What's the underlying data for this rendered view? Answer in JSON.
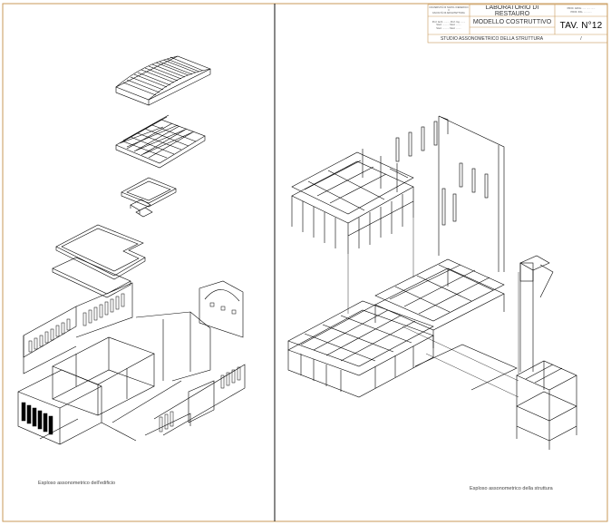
{
  "title_block": {
    "university_lines": [
      "UNIVERSITÀ DI NAPOLI FEDERICO II",
      "FACOLTÀ DI ARCHITETTURA"
    ],
    "student_lines": [
      "Prof. Arch. ....... - Prof. Ing. .......",
      "Stud. ........ - Stud. ........",
      "Stud. ........ - Stud. ........"
    ],
    "lab_title": "LABORATORIO DI RESTAURO",
    "prof_lines": [
      "PROF. ARCH. ..... ...... ......",
      "PROF. ING. ..... ......"
    ],
    "model_title": "MODELLO COSTRUTTIVO",
    "sheet_number": "TAV. N°12",
    "subtitle": "STUDIO ASSONOMETRICO DELLA STRUTTURA",
    "page_marker": "/"
  },
  "captions": {
    "left": "Esploso assonometrico dell'edificio",
    "right": "Esploso assonometrico della struttura"
  },
  "colors": {
    "frame": "#c99a5a",
    "divider": "#111111",
    "lines": "#000000"
  }
}
